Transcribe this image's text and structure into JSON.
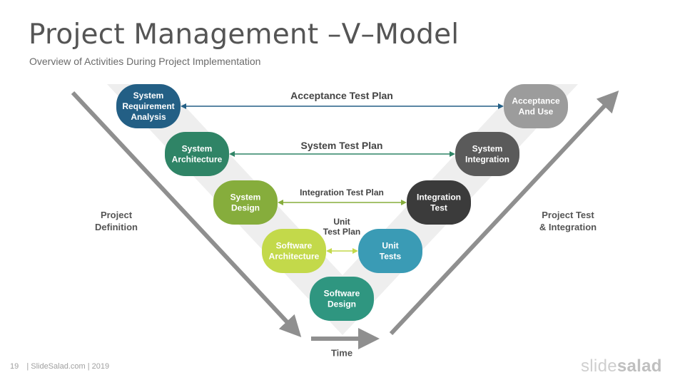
{
  "title": "Project Management –V–Model",
  "subtitle": "Overview of Activities During Project Implementation",
  "footer": {
    "page": "19",
    "credit": "| SlideSalad.com | 2019"
  },
  "brand": {
    "light": "slide",
    "bold": "salad"
  },
  "left_nodes": [
    {
      "lines": [
        "System",
        "Requirement",
        "Analysis"
      ],
      "color": "#235f85"
    },
    {
      "lines": [
        "System",
        "Architecture"
      ],
      "color": "#2f8466"
    },
    {
      "lines": [
        "System",
        "Design"
      ],
      "color": "#86ad3c"
    },
    {
      "lines": [
        "Software",
        "Architecture"
      ],
      "color": "#c3d94a"
    }
  ],
  "bottom_node": {
    "lines": [
      "Software",
      "Design"
    ],
    "color": "#2f9680"
  },
  "right_nodes": [
    {
      "lines": [
        "Acceptance",
        "And Use"
      ],
      "color": "#9c9c9c"
    },
    {
      "lines": [
        "System",
        "Integration"
      ],
      "color": "#5a5a5a"
    },
    {
      "lines": [
        "Integration",
        "Test"
      ],
      "color": "#3b3b3b"
    },
    {
      "lines": [
        "Unit",
        "Tests"
      ],
      "color": "#3a9bb5"
    }
  ],
  "test_plans": [
    {
      "lines": [
        "Acceptance Test Plan"
      ],
      "color": "#235f85"
    },
    {
      "lines": [
        "System Test Plan"
      ],
      "color": "#2f8466"
    },
    {
      "lines": [
        "Integration Test Plan"
      ],
      "color": "#86ad3c"
    },
    {
      "lines": [
        "Unit",
        "Test Plan"
      ],
      "color": "#c3d94a"
    }
  ],
  "left_side_label": [
    "Project",
    "Definition"
  ],
  "right_side_label": [
    "Project Test",
    "& Integration"
  ],
  "time_label": "Time",
  "colors": {
    "band": "#eeeeee",
    "arrow": "#8f8f8f"
  }
}
